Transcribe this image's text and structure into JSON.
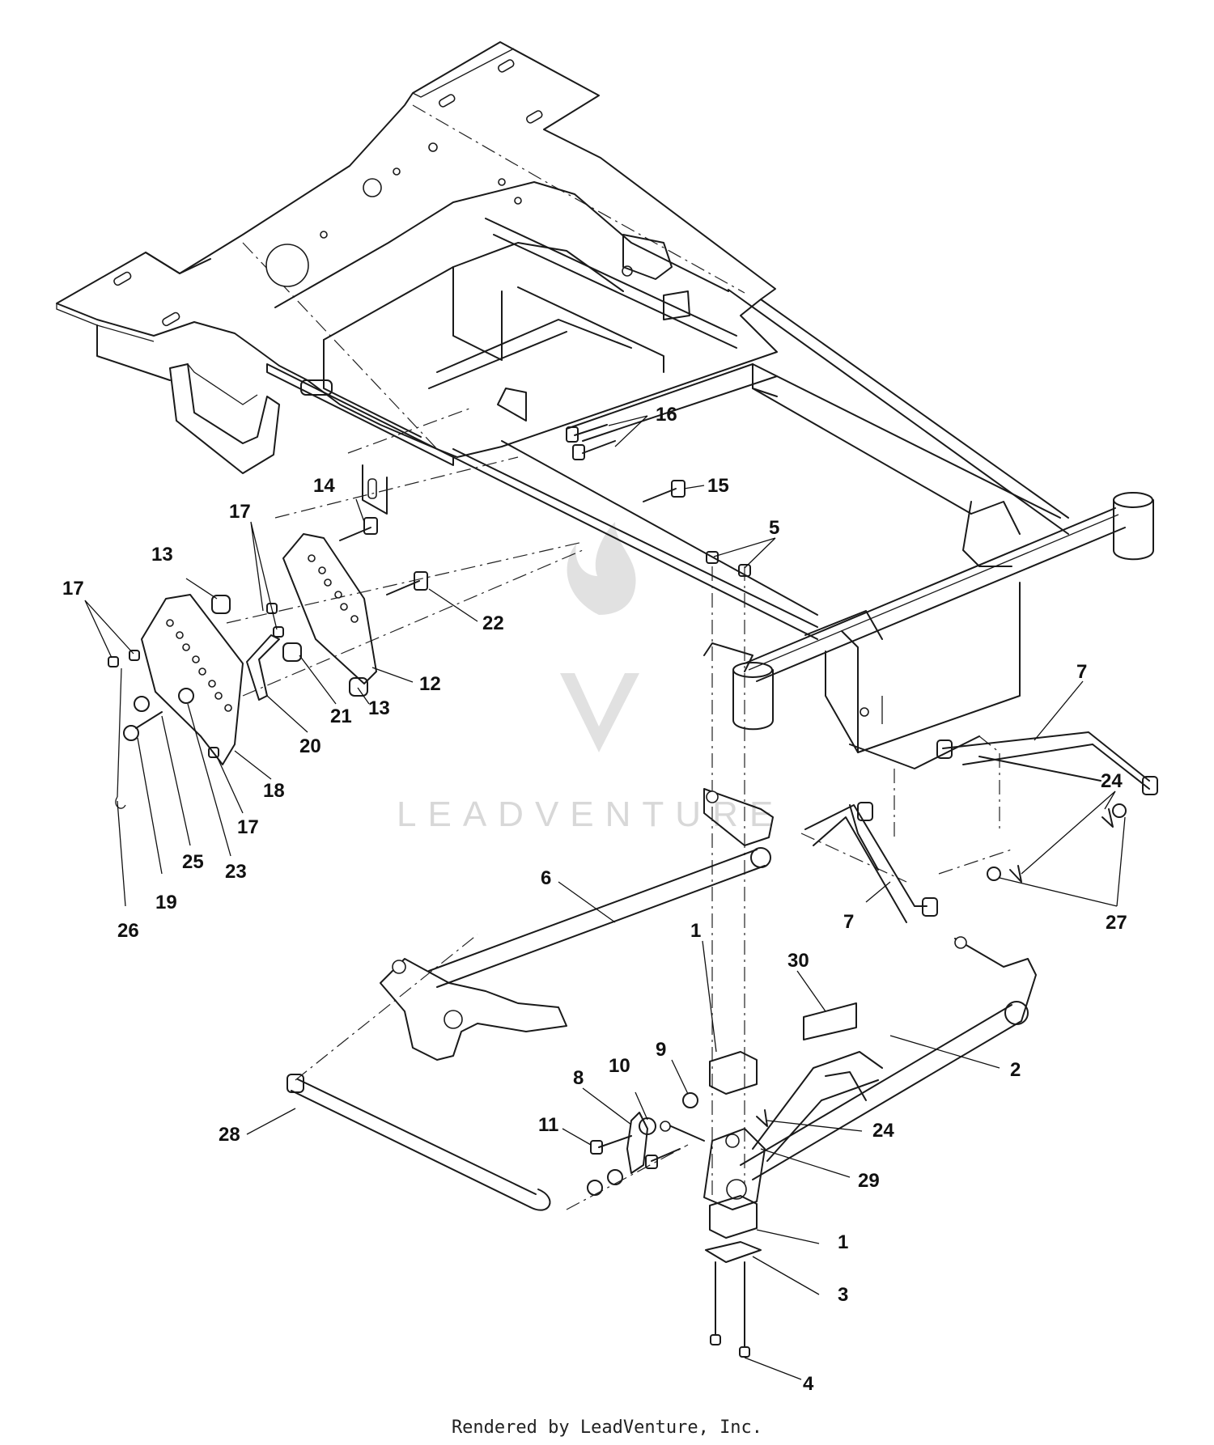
{
  "watermark": {
    "brand": "LEADVENTURE"
  },
  "footer": {
    "text": "Rendered by LeadVenture, Inc."
  },
  "callouts": [
    {
      "label": "16"
    },
    {
      "label": "15"
    },
    {
      "label": "14"
    },
    {
      "label": "17"
    },
    {
      "label": "13"
    },
    {
      "label": "17"
    },
    {
      "label": "5"
    },
    {
      "label": "22"
    },
    {
      "label": "12"
    },
    {
      "label": "13"
    },
    {
      "label": "21"
    },
    {
      "label": "20"
    },
    {
      "label": "18"
    },
    {
      "label": "17"
    },
    {
      "label": "23"
    },
    {
      "label": "25"
    },
    {
      "label": "19"
    },
    {
      "label": "26"
    },
    {
      "label": "7"
    },
    {
      "label": "24"
    },
    {
      "label": "6"
    },
    {
      "label": "7"
    },
    {
      "label": "27"
    },
    {
      "label": "30"
    },
    {
      "label": "1"
    },
    {
      "label": "2"
    },
    {
      "label": "10"
    },
    {
      "label": "9"
    },
    {
      "label": "8"
    },
    {
      "label": "11"
    },
    {
      "label": "24"
    },
    {
      "label": "28"
    },
    {
      "label": "29"
    },
    {
      "label": "1"
    },
    {
      "label": "3"
    },
    {
      "label": "4"
    }
  ]
}
